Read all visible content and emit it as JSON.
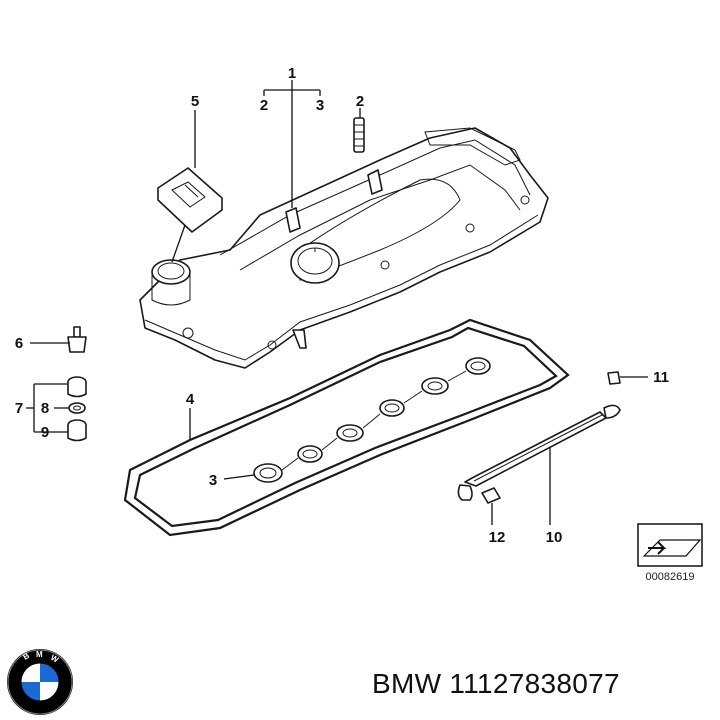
{
  "callouts": {
    "c1": "1",
    "c2a": "2",
    "c3a": "3",
    "c2b": "2",
    "c5": "5",
    "c6": "6",
    "c7": "7",
    "c8": "8",
    "c9": "9",
    "c4": "4",
    "c3b": "3",
    "c11": "11",
    "c12": "12",
    "c10": "10"
  },
  "reference_code": "00082619",
  "footer": {
    "brand": "BMW",
    "part_number": "11127838077"
  },
  "logo": {
    "letters": "BMW",
    "colors": {
      "ring": "#000000",
      "blue": "#1c69d4",
      "white": "#ffffff"
    }
  }
}
